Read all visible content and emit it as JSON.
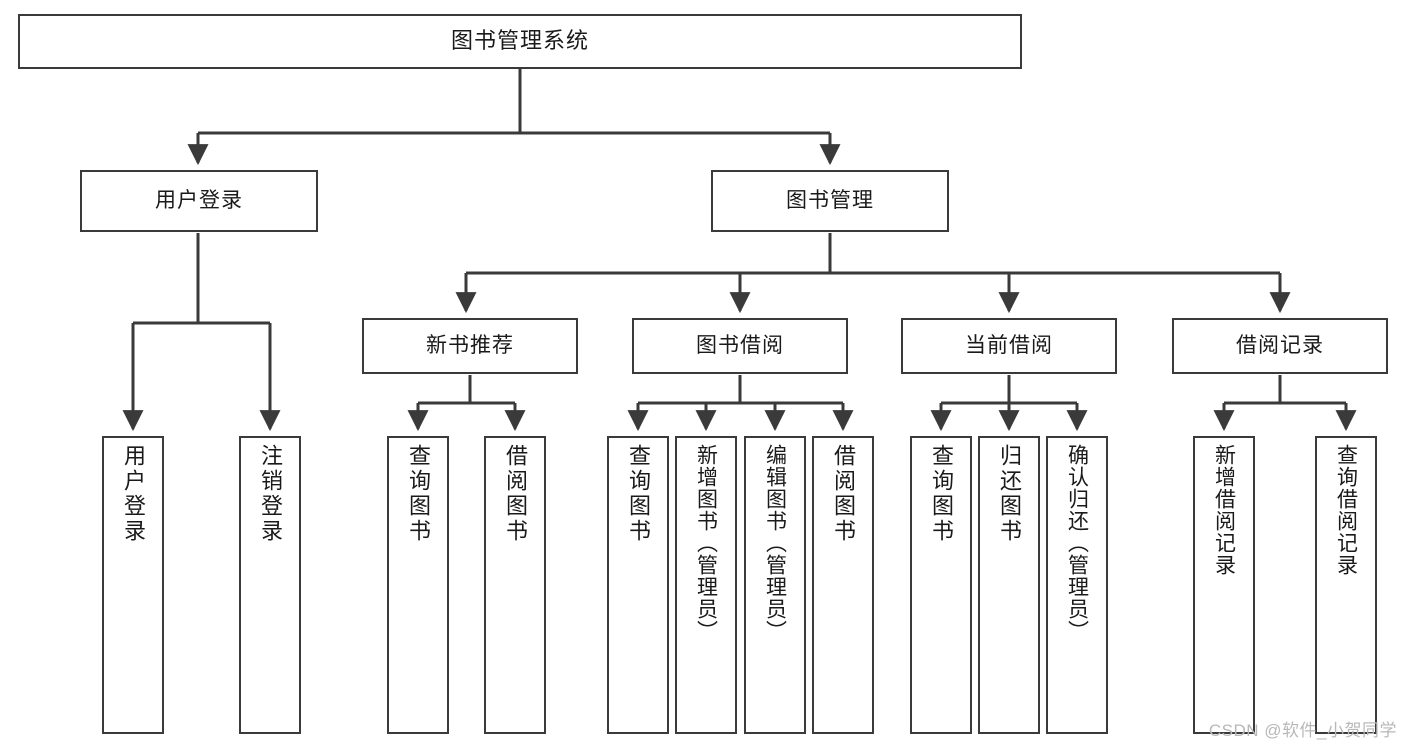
{
  "diagram": {
    "title": "图书管理系统",
    "type": "hierarchy-tree",
    "watermark": "CSDN @软件_小贺同学",
    "colors": {
      "box_border": "#3a3a3a",
      "box_fill": "#ffffff",
      "connector": "#3a3a3a",
      "text": "#1a1a1a",
      "watermark": "#b8b8b8"
    },
    "nodes": {
      "root": "图书管理系统",
      "level2": [
        "用户登录",
        "图书管理"
      ],
      "level3": [
        "新书推荐",
        "图书借阅",
        "当前借阅",
        "借阅记录"
      ],
      "leaves": {
        "user_login": [
          "用户登录",
          "注销登录"
        ],
        "new_book_recommend": [
          "查询图书",
          "借阅图书"
        ],
        "book_borrow": [
          "查询图书",
          "新增图书（管理员）",
          "编辑图书（管理员）",
          "借阅图书"
        ],
        "current_borrow": [
          "查询图书",
          "归还图书",
          "确认归还（管理员）"
        ],
        "borrow_record": [
          "新增借阅记录",
          "查询借阅记录"
        ]
      }
    }
  }
}
